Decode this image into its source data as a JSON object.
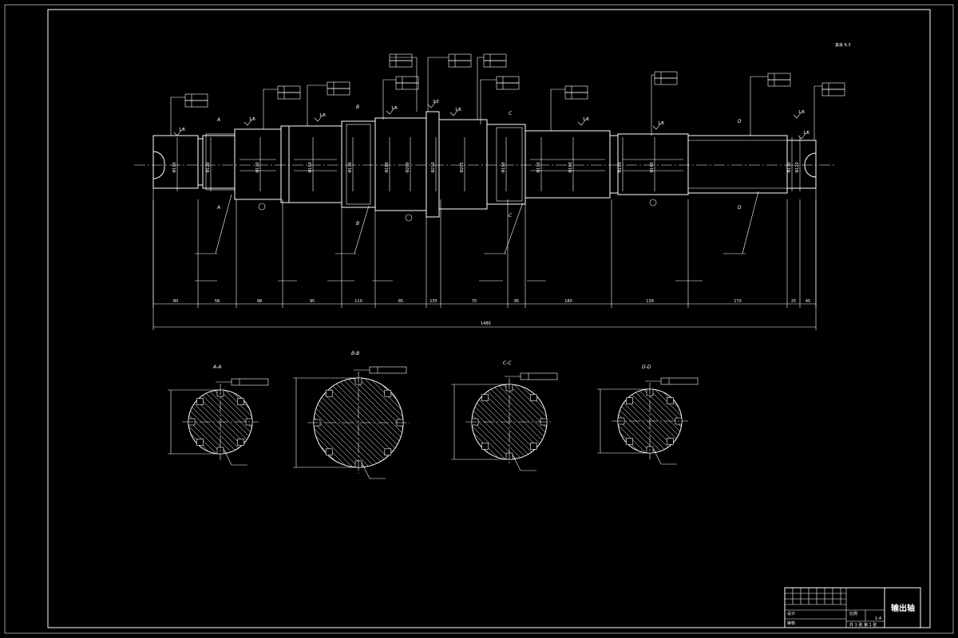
{
  "drawing": {
    "part_name": "输出轴",
    "general_roughness": "其余 6.3",
    "overall_length": "1480"
  },
  "colors": {
    "background": "#000000",
    "lines": "#ffffff"
  },
  "section_labels": [
    {
      "id": "A",
      "text": "A"
    },
    {
      "id": "B",
      "text": "B"
    },
    {
      "id": "C",
      "text": "C"
    },
    {
      "id": "D",
      "text": "D"
    }
  ],
  "sections": [
    {
      "id": "aa",
      "title": "A-A"
    },
    {
      "id": "bb",
      "title": "B-B"
    },
    {
      "id": "cc",
      "title": "C-C"
    },
    {
      "id": "dd",
      "title": "D-D"
    }
  ],
  "roughness": [
    "1.6",
    "1.6",
    "1.6",
    "1.6",
    "3.2",
    "1.6",
    "1.6",
    "1.6",
    "1.6",
    "1.6"
  ],
  "diameters": [
    "Φ110",
    "Φ120",
    "Φ130",
    "Φ150",
    "Φ170",
    "Φ180",
    "Φ200",
    "Φ210",
    "Φ205",
    "Φ190",
    "Φ170",
    "Φ160",
    "Φ150",
    "Φ140",
    "Φ130",
    "Φ120"
  ],
  "lengths": [
    "80",
    "58",
    "98",
    "95",
    "110",
    "85",
    "135",
    "70",
    "95",
    "180",
    "139",
    "170",
    "25",
    "45"
  ],
  "title_block": {
    "designed": "设计",
    "checked": "审核",
    "scale_label": "比例",
    "scale": "1:4",
    "sheet": "共 1 张 第 1 张"
  }
}
